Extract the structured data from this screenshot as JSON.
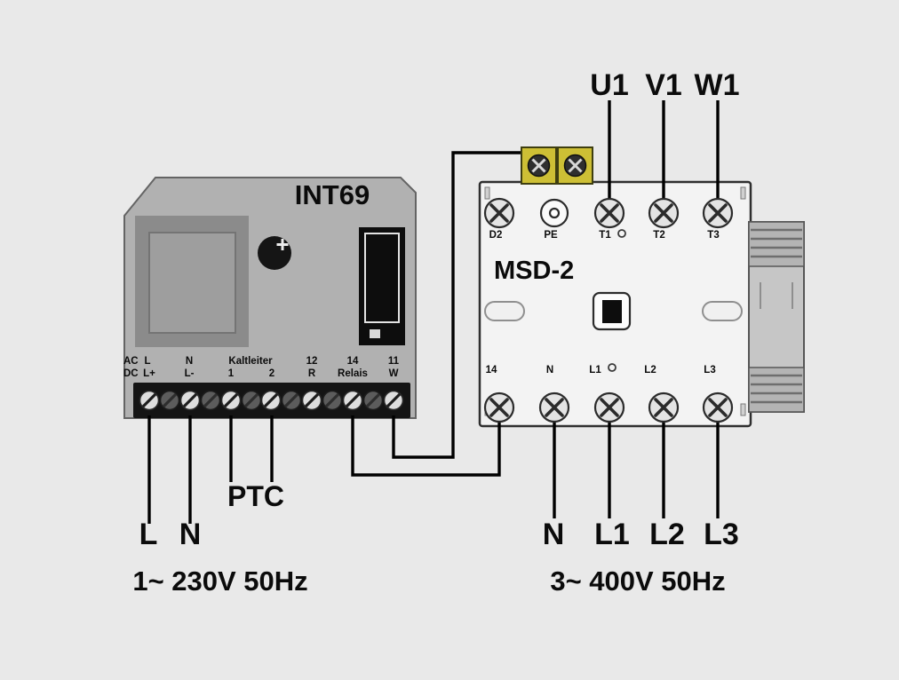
{
  "diagram": {
    "int69": {
      "title": "INT69",
      "row1": {
        "ac": "AC",
        "l": "L",
        "n": "N",
        "kaltleiter": "Kaltleiter",
        "t12": "12",
        "t14": "14",
        "t11": "11"
      },
      "row2": {
        "dc": "DC",
        "l_plus": "L+",
        "l_minus": "L-",
        "k1": "1",
        "k2": "2",
        "r": "R",
        "relais": "Relais",
        "w": "W"
      }
    },
    "msd2": {
      "title": "MSD-2",
      "top_terminals": [
        "D2",
        "PE",
        "T1",
        "T2",
        "T3"
      ],
      "bottom_terminals": [
        "14",
        "N",
        "L1",
        "L2",
        "L3"
      ]
    },
    "phase_labels_top": [
      "U1",
      "V1",
      "W1"
    ],
    "phase_labels_bottom": [
      "N",
      "L1",
      "L2",
      "L3"
    ],
    "left_labels": {
      "l": "L",
      "n": "N",
      "ptc": "PTC"
    },
    "supply_left": "1~ 230V 50Hz",
    "supply_right": "3~ 400V 50Hz",
    "colors": {
      "wire": "#000000",
      "terminal_block_yellow": "#cdbf35",
      "int69_body": "#b1b1b1",
      "msd2_body": "#f3f3f3",
      "background": "#e9e9e9"
    }
  }
}
